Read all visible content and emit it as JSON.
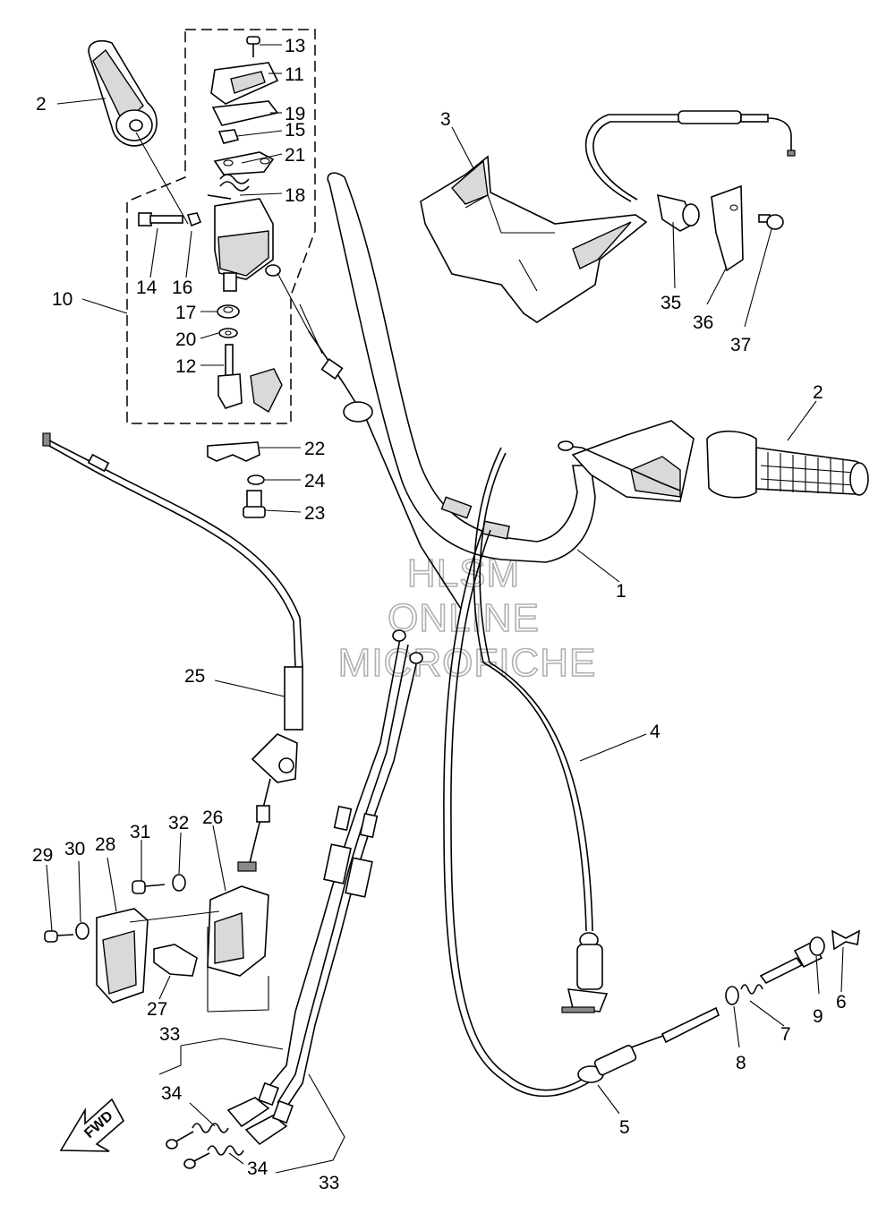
{
  "watermark": {
    "line1": "HLSM",
    "line2": "ONLINE",
    "line3": "MICROFICHE"
  },
  "fwd_label": "FWD",
  "callouts": [
    {
      "id": "c13",
      "text": "13"
    },
    {
      "id": "c11",
      "text": "11"
    },
    {
      "id": "c19",
      "text": "19"
    },
    {
      "id": "c15",
      "text": "15"
    },
    {
      "id": "c21",
      "text": "21"
    },
    {
      "id": "c18",
      "text": "18"
    },
    {
      "id": "c2a",
      "text": "2"
    },
    {
      "id": "c10",
      "text": "10"
    },
    {
      "id": "c14",
      "text": "14"
    },
    {
      "id": "c16",
      "text": "16"
    },
    {
      "id": "c17",
      "text": "17"
    },
    {
      "id": "c20",
      "text": "20"
    },
    {
      "id": "c12",
      "text": "12"
    },
    {
      "id": "c22",
      "text": "22"
    },
    {
      "id": "c24",
      "text": "24"
    },
    {
      "id": "c23",
      "text": "23"
    },
    {
      "id": "c3",
      "text": "3"
    },
    {
      "id": "c35",
      "text": "35"
    },
    {
      "id": "c36",
      "text": "36"
    },
    {
      "id": "c37",
      "text": "37"
    },
    {
      "id": "c2b",
      "text": "2"
    },
    {
      "id": "c1",
      "text": "1"
    },
    {
      "id": "c25",
      "text": "25"
    },
    {
      "id": "c4",
      "text": "4"
    },
    {
      "id": "c26",
      "text": "26"
    },
    {
      "id": "c32",
      "text": "32"
    },
    {
      "id": "c31",
      "text": "31"
    },
    {
      "id": "c28",
      "text": "28"
    },
    {
      "id": "c30",
      "text": "30"
    },
    {
      "id": "c29",
      "text": "29"
    },
    {
      "id": "c27",
      "text": "27"
    },
    {
      "id": "c9",
      "text": "9"
    },
    {
      "id": "c6",
      "text": "6"
    },
    {
      "id": "c7",
      "text": "7"
    },
    {
      "id": "c8",
      "text": "8"
    },
    {
      "id": "c33a",
      "text": "33"
    },
    {
      "id": "c34a",
      "text": "34"
    },
    {
      "id": "c5",
      "text": "5"
    },
    {
      "id": "c34b",
      "text": "34"
    },
    {
      "id": "c33b",
      "text": "33"
    }
  ]
}
